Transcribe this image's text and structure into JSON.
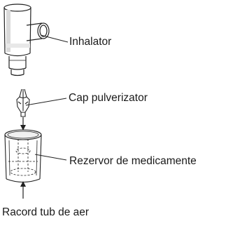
{
  "labels": {
    "inhaler": "Inhalator",
    "nozzle": "Cap pulverizator",
    "reservoir": "Rezervor de medicamente",
    "air_tube": "Racord tub de aer"
  }
}
